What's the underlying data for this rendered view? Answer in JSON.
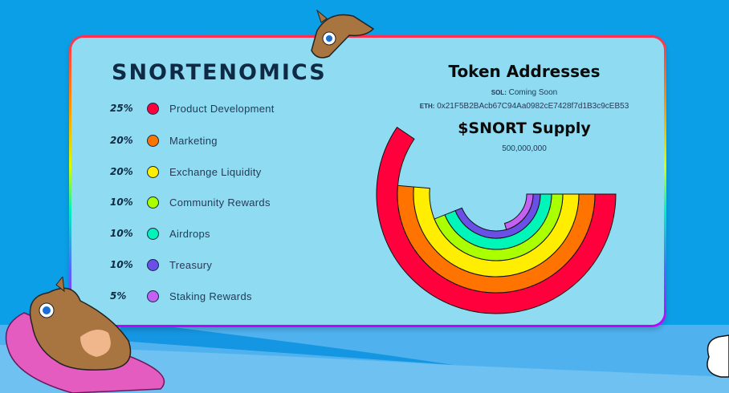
{
  "title": "SNORTENOMICS",
  "token": {
    "heading": "Token Addresses",
    "sol_label": "SOL:",
    "sol_value": "Coming Soon",
    "eth_label": "ETH:",
    "eth_value": "0x21F5B2BAcb67C94Aa0982cE7428f7d1B3c9cEB53"
  },
  "supply": {
    "heading": "$SNORT Supply",
    "value": "500,000,000"
  },
  "chart_data": {
    "type": "radial-bar",
    "title": "$SNORT Supply",
    "unit": "%",
    "categories": [
      "Product Development",
      "Marketing",
      "Exchange Liquidity",
      "Community Rewards",
      "Airdrops",
      "Treasury",
      "Staking Rewards"
    ],
    "values": [
      25,
      20,
      20,
      10,
      10,
      10,
      5
    ],
    "labels": [
      "25%",
      "20%",
      "20%",
      "10%",
      "10%",
      "10%",
      "5%"
    ],
    "colors": [
      "#ff003c",
      "#ff7300",
      "#ffee00",
      "#aaff00",
      "#00f5b8",
      "#6a4fe6",
      "#c561f2"
    ]
  }
}
